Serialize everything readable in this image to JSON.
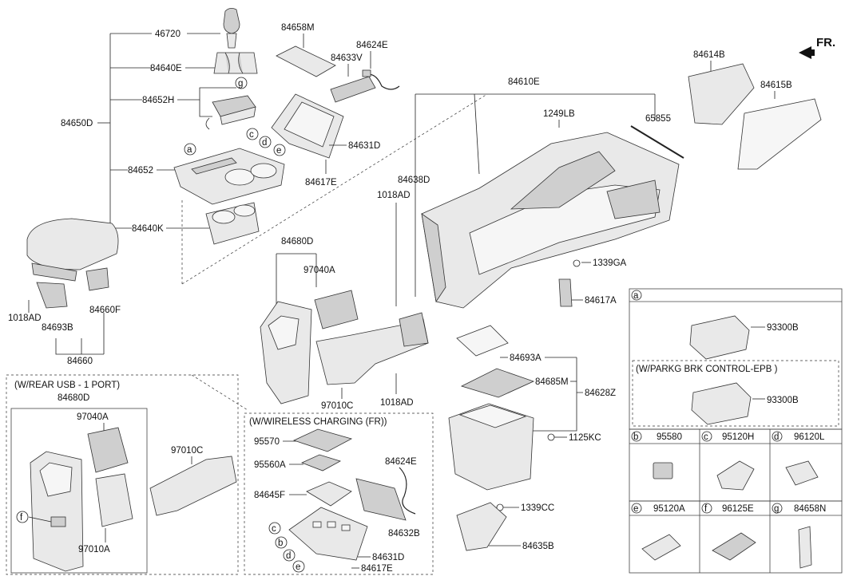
{
  "fr_label": "FR.",
  "parts": {
    "p46720": "46720",
    "p84640E": "84640E",
    "p84652H": "84652H",
    "p84650D": "84650D",
    "p84652": "84652",
    "p84640K": "84640K",
    "p84658M": "84658M",
    "p84633V": "84633V",
    "p84624E_top": "84624E",
    "p84631D_top": "84631D",
    "p84617E_top": "84617E",
    "p84610E": "84610E",
    "p1249LB": "1249LB",
    "p65855": "65855",
    "p84614B": "84614B",
    "p84615B": "84615B",
    "p84638D": "84638D",
    "p1018AD_mid": "1018AD",
    "p1339GA": "1339GA",
    "p84617A": "84617A",
    "p84680D_top": "84680D",
    "p97040A_top": "97040A",
    "p97010C_mid": "97010C",
    "p1018AD_low": "1018AD",
    "p1018AD_left": "1018AD",
    "p84693B": "84693B",
    "p84660F": "84660F",
    "p84660": "84660",
    "p84693A": "84693A",
    "p84685M": "84685M",
    "p84628Z": "84628Z",
    "p1125KC": "1125KC",
    "p1339CC": "1339CC",
    "p84635B": "84635B",
    "p84680D_usb": "84680D",
    "p97040A_usb": "97040A",
    "p97010C_usb": "97010C",
    "p97010A": "97010A",
    "p95570": "95570",
    "p95560A": "95560A",
    "p84624E_wc": "84624E",
    "p84645F": "84645F",
    "p84632B": "84632B",
    "p84631D_wc": "84631D",
    "p84617E_wc": "84617E"
  },
  "letters": {
    "a": "a",
    "b": "b",
    "c": "c",
    "d": "d",
    "e": "e",
    "f": "f",
    "g": "g"
  },
  "boxes": {
    "rear_usb": "(W/REAR USB - 1 PORT)",
    "wireless": "(W/WIRELESS CHARGING (FR))",
    "epb": "(W/PARKG BRK CONTROL-EPB )"
  },
  "legend": {
    "a_part1": "93300B",
    "a_part2": "93300B",
    "b_code": "95580",
    "c_code": "95120H",
    "d_code": "96120L",
    "e_code": "95120A",
    "f_code": "96125E",
    "g_code": "84658N"
  }
}
